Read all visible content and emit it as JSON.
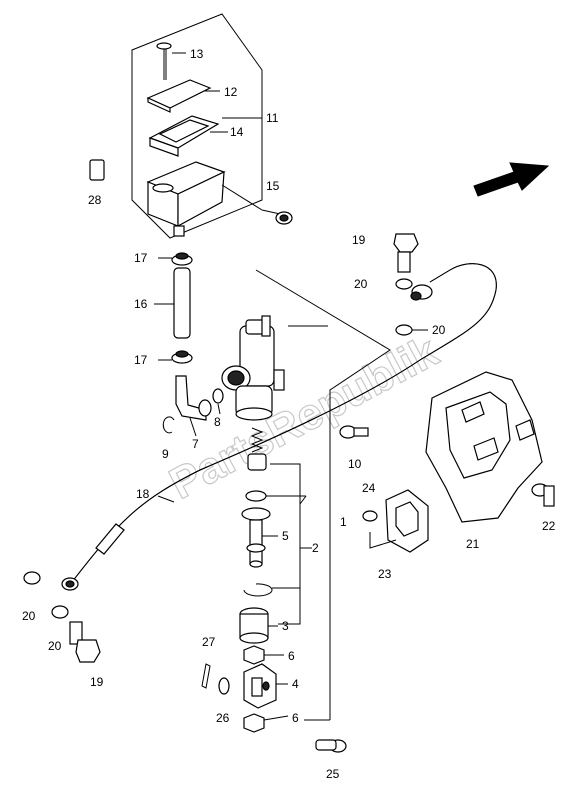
{
  "watermark": "PartsRepublik",
  "labels": {
    "l1": "1",
    "l2": "2",
    "l3": "3",
    "l4": "4",
    "l5": "5",
    "l6a": "6",
    "l6b": "6",
    "l7": "7",
    "l8": "8",
    "l9": "9",
    "l10": "10",
    "l11": "11",
    "l12": "12",
    "l13": "13",
    "l14": "14",
    "l15": "15",
    "l16": "16",
    "l17a": "17",
    "l17b": "17",
    "l18": "18",
    "l19a": "19",
    "l19b": "19",
    "l20a": "20",
    "l20b": "20",
    "l20c": "20",
    "l20d": "20",
    "l21": "21",
    "l22": "22",
    "l23": "23",
    "l24": "24",
    "l25": "25",
    "l26": "26",
    "l27": "27",
    "l28": "28"
  }
}
